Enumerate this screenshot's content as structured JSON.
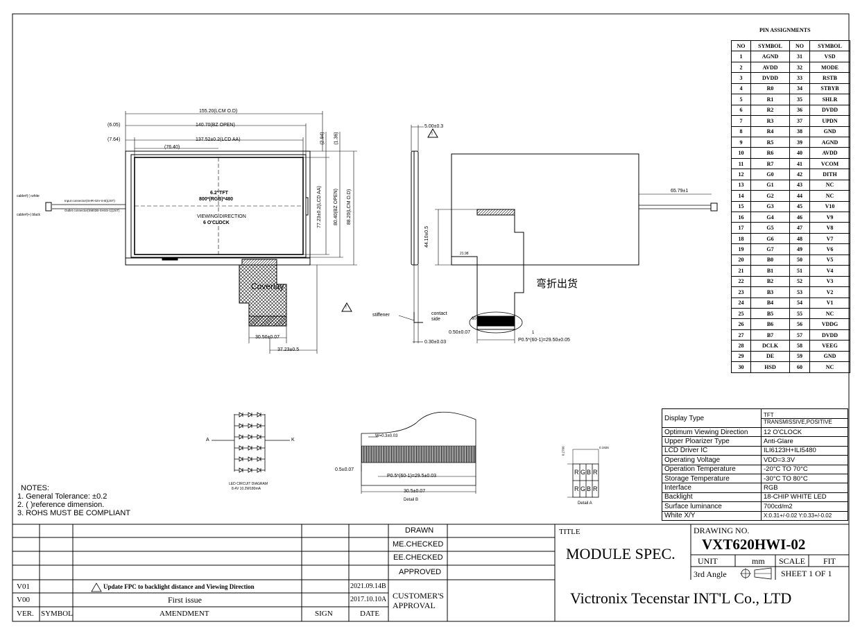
{
  "pin_assignments": {
    "title": "PIN ASSIGNMENTS",
    "headers": [
      "NO",
      "SYMBOL",
      "NO",
      "SYMBOL"
    ],
    "rows": [
      [
        "1",
        "AGND",
        "31",
        "VSD"
      ],
      [
        "2",
        "AVDD",
        "32",
        "MODE"
      ],
      [
        "3",
        "DVDD",
        "33",
        "RSTB"
      ],
      [
        "4",
        "R0",
        "34",
        "STBYB"
      ],
      [
        "5",
        "R1",
        "35",
        "SHLR"
      ],
      [
        "6",
        "R2",
        "36",
        "DVDD"
      ],
      [
        "7",
        "R3",
        "37",
        "UPDN"
      ],
      [
        "8",
        "R4",
        "38",
        "GND"
      ],
      [
        "9",
        "R5",
        "39",
        "AGND"
      ],
      [
        "10",
        "R6",
        "40",
        "AVDD"
      ],
      [
        "11",
        "R7",
        "41",
        "VCOM"
      ],
      [
        "12",
        "G0",
        "42",
        "DITH"
      ],
      [
        "13",
        "G1",
        "43",
        "NC"
      ],
      [
        "14",
        "G2",
        "44",
        "NC"
      ],
      [
        "15",
        "G3",
        "45",
        "V10"
      ],
      [
        "16",
        "G4",
        "46",
        "V9"
      ],
      [
        "17",
        "G5",
        "47",
        "V8"
      ],
      [
        "18",
        "G6",
        "48",
        "V7"
      ],
      [
        "19",
        "G7",
        "49",
        "V6"
      ],
      [
        "20",
        "B0",
        "50",
        "V5"
      ],
      [
        "21",
        "B1",
        "51",
        "V4"
      ],
      [
        "22",
        "B2",
        "52",
        "V3"
      ],
      [
        "23",
        "B3",
        "53",
        "V2"
      ],
      [
        "24",
        "B4",
        "54",
        "V1"
      ],
      [
        "25",
        "B5",
        "55",
        "NC"
      ],
      [
        "26",
        "B6",
        "56",
        "VDDG"
      ],
      [
        "27",
        "B7",
        "57",
        "DVDD"
      ],
      [
        "28",
        "DCLK",
        "58",
        "VEEG"
      ],
      [
        "29",
        "DE",
        "59",
        "GND"
      ],
      [
        "30",
        "HSD",
        "60",
        "NC"
      ]
    ]
  },
  "specs": [
    {
      "key": "Display Type",
      "value": "TFT",
      "value2": "TRANSMISSIVE,POSITIVE"
    },
    {
      "key": "Optimum Viewing Direction",
      "value": "12 O'CLOCK"
    },
    {
      "key": "Upper Ploarizer Type",
      "value": "Anti-Glare"
    },
    {
      "key": "LCD Driver IC",
      "value": "ILI6123H+ILI5480"
    },
    {
      "key": "Operating Voltage",
      "value": "VDD=3.3V"
    },
    {
      "key": "Operation Temperature",
      "value": "-20°C TO 70°C"
    },
    {
      "key": "Storage Temperature",
      "value": "-30°C TO 80°C"
    },
    {
      "key": "Interface",
      "value": "RGB"
    },
    {
      "key": "Backlight",
      "value": "18-CHIP WHITE LED"
    },
    {
      "key": "Surface luminance",
      "value": "700cd/m2"
    },
    {
      "key": "White X/Y",
      "value": "X:0.31+/-0.02 Y:0.33+/-0.02"
    }
  ],
  "notes": {
    "title": "NOTES:",
    "items": [
      "1. General Tolerance: ±0.2",
      "2. (   )reference dimension.",
      "3. ROHS   MUST BE COMPLIANT"
    ]
  },
  "front_view": {
    "dim_lcm_od": "155.20(LCM O.D)",
    "dim_bz_open": "140.70(BZ OPEN)",
    "dim_lcd_aa": "137.52±0.2(LCD AA)",
    "dim_605": "(6.05)",
    "dim_764": "(7.64)",
    "dim_7640": "(76.40)",
    "dim_294": "(2.94)",
    "dim_136": "(1.36)",
    "dim_v_lcd_aa": "77.23±0.2(LCD AA)",
    "dim_v_bz_open": "80.40(BZ OPEN)",
    "dim_v_lcm_od": "88.20(LCM O.D)",
    "center_text_1": "6.2\"TFT",
    "center_text_2": "800*(RGB)*480",
    "center_text_3": "VIEWING DIRECTION",
    "center_text_4": "6 O'CLOCK",
    "cable_white": "cable#(-) white",
    "cable_black": "cable#(+) black",
    "connector_1": "Input connector(SHR-02V-S-B)(JST)",
    "connector_2": "Outlet connector(SM02B-SHSS-1)(JST)",
    "coverlay": "Coverlay",
    "dim_3050": "30.50±0.07",
    "dim_3723": "37.23±0.5"
  },
  "side_view": {
    "dim_500": "5.00±0.3",
    "dim_030": "0.30±0.03",
    "stiffener": "stiffener",
    "contact_side_1": "contact",
    "contact_side_2": "side"
  },
  "back_view": {
    "dim_6579": "65.79±1",
    "dim_4410": "44.10±0.5",
    "dim_2198": "21.98",
    "dim_050": "0.50±0.07",
    "pin_60": "60",
    "pin_1": "1",
    "pitch": "P0.5*(60-1)=29.50±0.05",
    "bend_text": "弯折出货"
  },
  "led_circuit": {
    "anode": "A",
    "cathode": "K",
    "caption_1": "LED CIRCUIT DIAGRAM",
    "caption_2": "8.4V 10.2W180mA"
  },
  "detail_b": {
    "w": "W=0.3±0.03",
    "t": "0.5±0.07",
    "pitch": "P0.5*(60-1)=29.5±0.03",
    "width": "30.5±0.07",
    "label": "Detail B"
  },
  "detail_a": {
    "dim_left": "0.2766",
    "dim_right": "0.1926",
    "pixel_letters": [
      "R",
      "G",
      "B",
      "R"
    ],
    "label": "Detail A"
  },
  "title_block": {
    "drawn": "DRAWN",
    "me_checked": "ME.CHECKED",
    "ee_checked": "EE.CHECKED",
    "approved": "APPROVED",
    "customers_approval_1": "CUSTOMER'S",
    "customers_approval_2": "APPROVAL",
    "title_label": "TITLE",
    "title_value": "MODULE  SPEC.",
    "drawing_no_label": "DRAWING NO.",
    "drawing_no": "VXT620HWI-02",
    "unit_label": "UNIT",
    "unit_value": "mm",
    "scale_label": "SCALE",
    "scale_value": "FIT",
    "angle": "3rd Angle",
    "sheet": "SHEET  1  OF  1",
    "company": "Victronix Tecenstar INT'L Co., LTD",
    "revisions": [
      {
        "ver": "V01",
        "amendment": "Update FPC to backlight distance and Viewing Direction",
        "date": "2021.09.14B"
      },
      {
        "ver": "V00",
        "amendment": "First issue",
        "date": "2017.10.10A"
      }
    ],
    "col_ver": "VER.",
    "col_symbol": "SYMBOL",
    "col_amendment": "AMENDMENT",
    "col_sign": "SIGN",
    "col_date": "DATE"
  }
}
